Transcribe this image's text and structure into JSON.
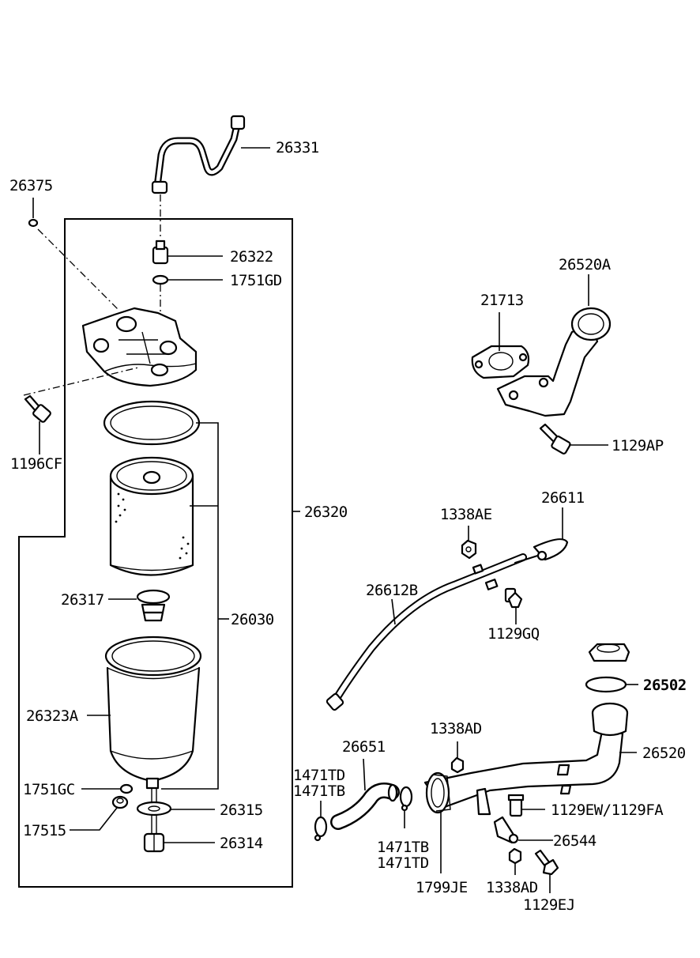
{
  "diagram": {
    "labels": {
      "p26331": "26331",
      "p26375": "26375",
      "p26322": "26322",
      "p1751GD": "1751GD",
      "p1196CF": "1196CF",
      "p26320": "26320",
      "p26317": "26317",
      "p26030": "26030",
      "p26323A": "26323A",
      "p1751GC": "1751GC",
      "p17515": "17515",
      "p26315": "26315",
      "p26314": "26314",
      "p26520A": "26520A",
      "p21713": "21713",
      "p1129AP": "1129AP",
      "p1338AE": "1338AE",
      "p26611": "26611",
      "p26612B": "26612B",
      "p1129GQ": "1129GQ",
      "p26502": "26502",
      "p1338AD_top": "1338AD",
      "p26651": "26651",
      "p26520": "26520",
      "p1471TD_left": "1471TD",
      "p1471TB_left": "1471TB",
      "p1129EW": "1129EW/1129FA",
      "p26544": "26544",
      "p1471TB_right": "1471TB",
      "p1471TD_right": "1471TD",
      "p1799JE": "1799JE",
      "p1338AD_bottom": "1338AD",
      "p1129EJ": "1129EJ"
    },
    "colors": {
      "ink": "#000000",
      "paper": "#ffffff"
    }
  }
}
